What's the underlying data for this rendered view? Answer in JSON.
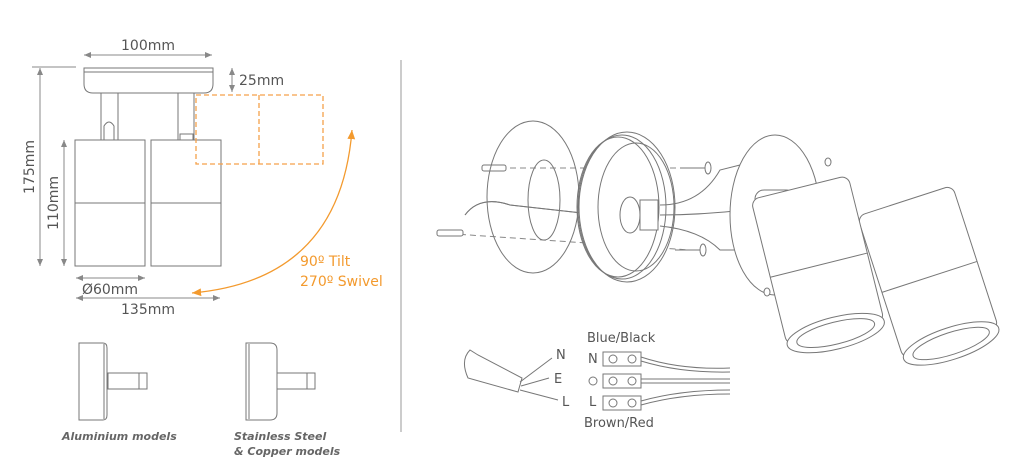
{
  "dimensions": {
    "base_width": "100mm",
    "base_height": "25mm",
    "total_height": "175mm",
    "head_height": "110mm",
    "head_diameter": "Ø60mm",
    "total_width": "135mm"
  },
  "adjust": {
    "tilt": "90º Tilt",
    "swivel": "270º Swivel"
  },
  "models": {
    "aluminium": "Aluminium models",
    "stainless_line1": "Stainless Steel",
    "stainless_line2": "& Copper models"
  },
  "wiring": {
    "top_label": "Blue/Black",
    "bottom_label": "Brown/Red",
    "cable_n": "N",
    "cable_e": "E",
    "cable_l": "L",
    "block_n": "N",
    "block_l": "L"
  },
  "colors": {
    "accent": "#f39a2e",
    "line": "#777777"
  }
}
